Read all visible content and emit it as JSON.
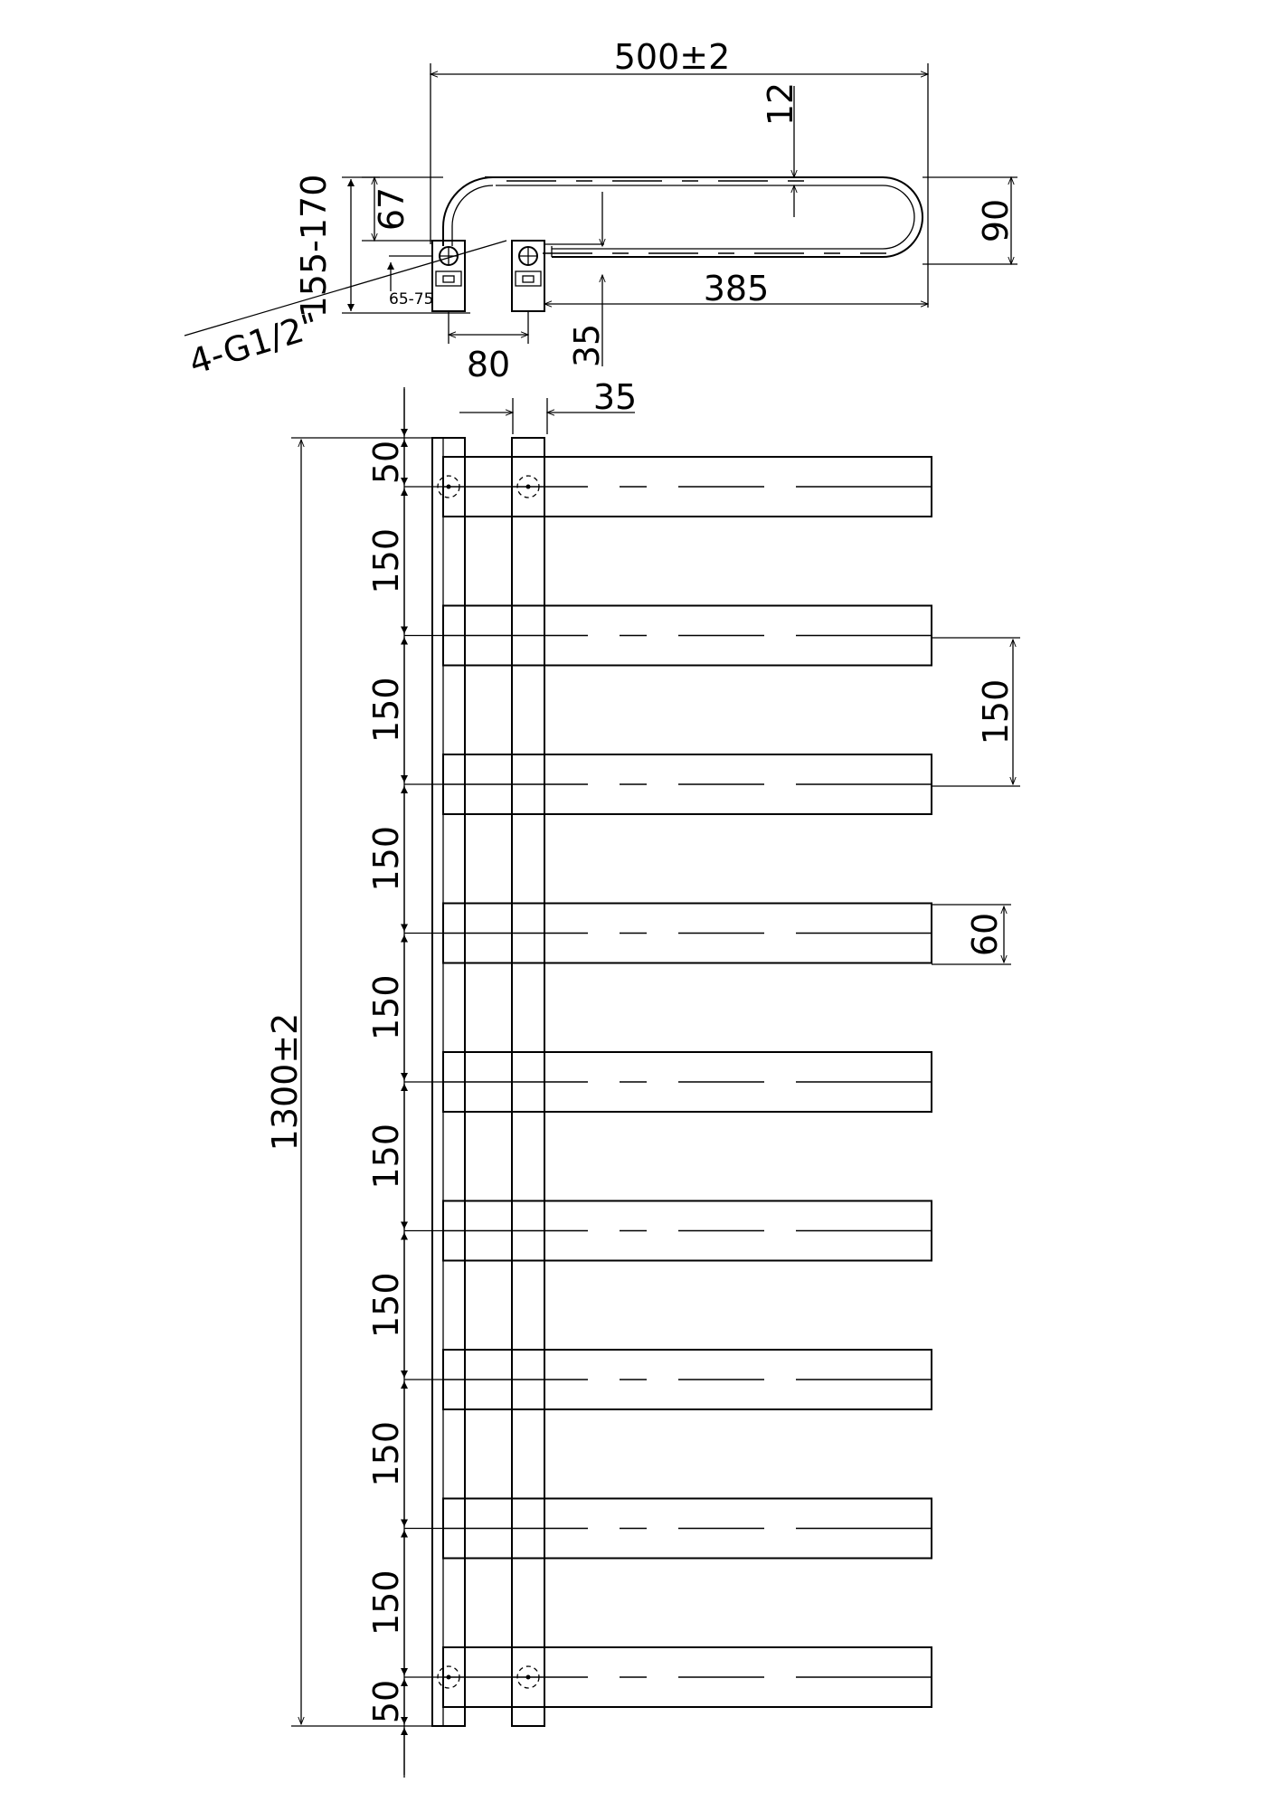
{
  "top_view": {
    "width_label": "500±2",
    "pipe_label": "12",
    "depth_label": "90",
    "offset_label": "67",
    "wall_range_label": "155-170",
    "valve_range_label": "65-75",
    "connection_label": "4-G1/2\"",
    "spacing_label": "80",
    "rail_length_label": "385",
    "valve_offset_label": "35"
  },
  "front_view": {
    "column_width_label": "35",
    "height_label": "1300±2",
    "end_gap_label": "50",
    "bar_spacing_label": "150",
    "bar_height_label": "60",
    "bar_count": 9
  }
}
